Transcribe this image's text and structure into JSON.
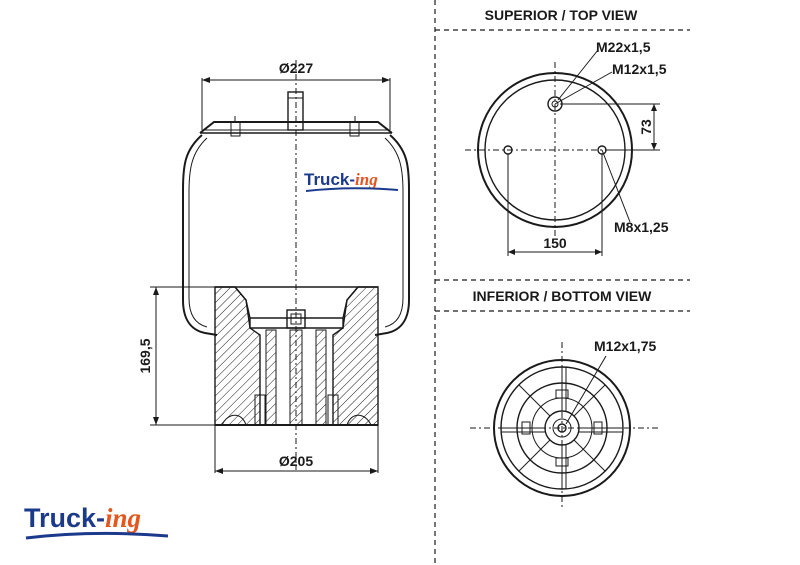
{
  "headers": {
    "top_view": "SUPERIOR / TOP VIEW",
    "bottom_view": "INFERIOR / BOTTOM VIEW"
  },
  "side_view": {
    "top_diameter": "Ø227",
    "bottom_diameter": "Ø205",
    "height": "169,5"
  },
  "top_view": {
    "stud_thread": "M22x1,5",
    "center_thread": "M12x1,5",
    "offset": "73",
    "bolt_spacing": "150",
    "bolt_thread": "M8x1,25"
  },
  "bottom_view": {
    "thread": "M12x1,75"
  },
  "brand": {
    "truck": "Truck-",
    "ing": "ing",
    "colors": {
      "primary": "#1b3a8c",
      "accent": "#e2561f"
    }
  }
}
